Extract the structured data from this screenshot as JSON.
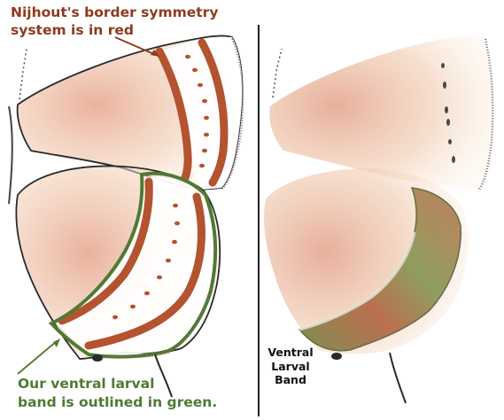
{
  "annotations": {
    "red_label_line1": "Nijhout's border symmetry",
    "red_label_line2": "system is in red",
    "green_label_line1": "Our ventral larval",
    "green_label_line2": "band is outlined in green.",
    "ventral_line1": "Ventral",
    "ventral_line2": "Larval",
    "ventral_line3": "Band"
  },
  "colors": {
    "red_system": "#b4532f",
    "green_outline": "#4f7a32",
    "wing_fill": "#f4dcc4",
    "wing_wash": "#e8a890"
  },
  "icons": [
    "arrow-to-red-band",
    "arrow-to-green-outline"
  ]
}
